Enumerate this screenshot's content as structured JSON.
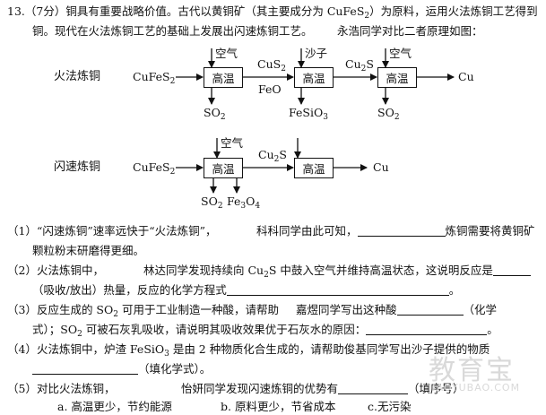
{
  "question": {
    "number": "13.",
    "points": "（7分）",
    "intro_line1": "铜具有重要战略价值。古代以黄铜矿（其主要成分为 CuFeS",
    "intro_line1_tail": "）为原料，运用火法炼铜工艺得到",
    "intro_line2": "铜。现代在火法炼铜工艺的基础上发展出闪速炼铜工艺。",
    "intro_line2_tail": "永浩同学对比二者原理如图："
  },
  "diagram": {
    "fire": {
      "label": "火法炼铜",
      "input": "CuFeS",
      "box": "高温",
      "air": "空气",
      "sand": "沙子",
      "cus": "CuS",
      "feo": "FeO",
      "cu2s": "Cu",
      "so2": "SO",
      "fesio3": "FeSiO",
      "cu": "Cu"
    },
    "flash": {
      "label": "闪速炼铜",
      "input": "CuFeS",
      "box": "高温",
      "air": "空气",
      "cu2s": "Cu",
      "so2": "SO",
      "fe3o4": "Fe",
      "cu": "Cu"
    }
  },
  "subscripts": {
    "two": "2",
    "three": "3",
    "four": "4"
  },
  "q1": {
    "line1": "（1）“闪速炼铜”速率远快于“火法炼铜”，",
    "line1_b": "科科同学由此可知，",
    "line1_c": "炼铜需要将黄铜矿",
    "line2": "颗粒粉末研磨得更细。"
  },
  "q2": {
    "line1": "（2）火法炼铜中，",
    "line1_b": "林达同学发现持续向 Cu",
    "line1_c": "S 中鼓入空气并维持高温状态，这说明反应是",
    "line2": "（吸收/放出）热量，反应的化学方程式",
    "line2_end": "。"
  },
  "q3": {
    "line1": "（3）反应生成的 SO",
    "line1_b": " 可用于工业制造一种酸，请帮助",
    "line1_c": "嘉煜同学写出这种酸",
    "line1_d": "（化学",
    "line2": "式）；SO",
    "line2_b": " 可被石灰乳吸收，请说明其吸收效果优于石灰水的原因：",
    "line2_end": "。"
  },
  "q4": {
    "line1": "（4）火法炼铜中，炉渣 FeSiO",
    "line1_b": " 是由 2 种物质化合生成的，请帮助俊基同学写出沙子提供的物质",
    "line2": "（填化学式）。"
  },
  "q5": {
    "line1": "（5）对比火法炼铜，",
    "line1_b": "怡妍同学发现闪速炼铜的优势有",
    "line1_c": "（填序号）",
    "options": [
      "a. 高温更少，节约能源",
      "b. 原料更少，节省成本",
      "c.无污染"
    ]
  },
  "watermark": {
    "cn": "教育宝",
    "en": "JIAOYUBAO.COM"
  }
}
